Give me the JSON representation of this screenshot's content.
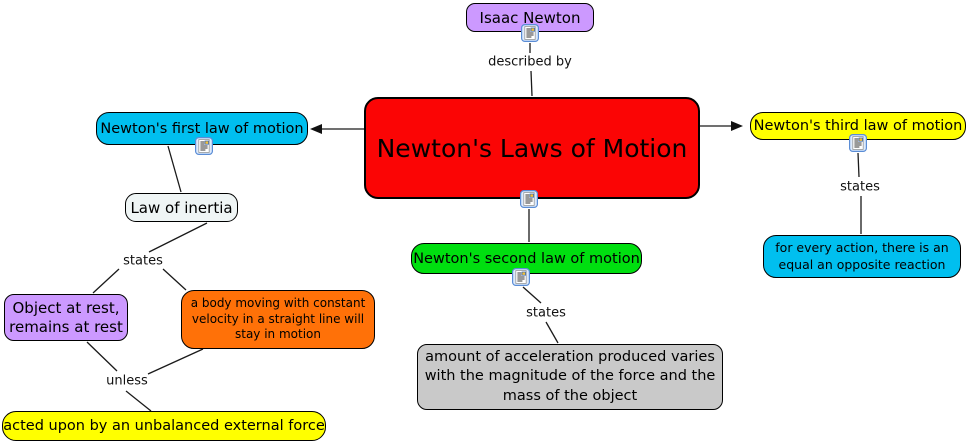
{
  "nodes": {
    "isaac_newton": {
      "label": "Isaac Newton",
      "bg": "#cc99ff"
    },
    "main_topic": {
      "label": "Newton's Laws of Motion",
      "bg": "#fb0505"
    },
    "first_law": {
      "label": "Newton's first law of motion",
      "bg": "#00bfef"
    },
    "second_law": {
      "label": "Newton's second law of motion",
      "bg": "#00df10"
    },
    "third_law": {
      "label": "Newton's third law of motion",
      "bg": "#ffff00"
    },
    "law_of_inertia": {
      "label": "Law of inertia",
      "bg": "#eff5f5"
    },
    "object_at_rest": {
      "label": "Object at rest, remains at rest",
      "bg": "#cc99ff"
    },
    "constant_velocity": {
      "label": "a body moving with constant velocity in a straight line will stay in motion",
      "bg": "#ff7108"
    },
    "unbalanced_force": {
      "label": "acted upon by an unbalanced external force",
      "bg": "#ffff00"
    },
    "acceleration": {
      "label": "amount of acceleration produced varies with the magnitude of the force and the mass of the object",
      "bg": "#c9c9c9"
    },
    "action_reaction": {
      "label": "for every action, there is an equal an opposite reaction",
      "bg": "#00bfef"
    }
  },
  "links": {
    "described_by": "described by",
    "states_first": "states",
    "states_second": "states",
    "states_third": "states",
    "unless": "unless"
  },
  "icons": {
    "resource_icon": "document-resource-icon"
  },
  "colors": {
    "line": "#1a1a1a",
    "node_border": "#000000",
    "text": "#000000"
  }
}
